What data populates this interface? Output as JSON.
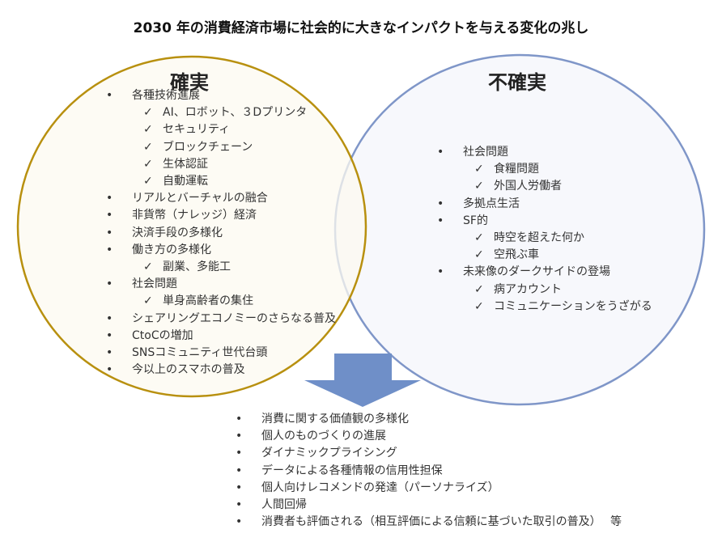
{
  "title": "2030 年の消費経済市場に社会的に大きなインパクトを与える変化の兆し",
  "colors": {
    "certain_stroke": "#b8900f",
    "uncertain_stroke": "#7f96c8",
    "arrow": "#6f8fc8"
  },
  "certain": {
    "heading": "確実",
    "items": [
      {
        "level": 1,
        "text": "各種技術進展"
      },
      {
        "level": 2,
        "text": "AI、ロボット、３Dプリンタ"
      },
      {
        "level": 2,
        "text": "セキュリティ"
      },
      {
        "level": 2,
        "text": "ブロックチェーン"
      },
      {
        "level": 2,
        "text": "生体認証"
      },
      {
        "level": 2,
        "text": "自動運転"
      },
      {
        "level": 1,
        "text": "リアルとバーチャルの融合"
      },
      {
        "level": 1,
        "text": "非貨幣（ナレッジ）経済"
      },
      {
        "level": 1,
        "text": "決済手段の多様化"
      },
      {
        "level": 1,
        "text": "働き方の多様化"
      },
      {
        "level": 2,
        "text": "副業、多能工"
      },
      {
        "level": 1,
        "text": "社会問題"
      },
      {
        "level": 2,
        "text": "単身高齢者の集住"
      },
      {
        "level": 1,
        "text": "シェアリングエコノミーのさらなる普及"
      },
      {
        "level": 1,
        "text": "CtoCの増加"
      },
      {
        "level": 1,
        "text": "SNSコミュニティ世代台頭"
      },
      {
        "level": 1,
        "text": "今以上のスマホの普及"
      }
    ]
  },
  "uncertain": {
    "heading": "不確実",
    "items": [
      {
        "level": 1,
        "text": "社会問題"
      },
      {
        "level": 2,
        "text": "食糧問題"
      },
      {
        "level": 2,
        "text": "外国人労働者"
      },
      {
        "level": 1,
        "text": "多拠点生活"
      },
      {
        "level": 1,
        "text": "SF的"
      },
      {
        "level": 2,
        "text": "時空を超えた何か"
      },
      {
        "level": 2,
        "text": "空飛ぶ車"
      },
      {
        "level": 1,
        "text": "未来像のダークサイドの登場"
      },
      {
        "level": 2,
        "text": "病アカウント"
      },
      {
        "level": 2,
        "text": "コミュニケーションをうざがる"
      }
    ]
  },
  "results": {
    "items": [
      {
        "level": 1,
        "text": "消費に関する価値観の多様化"
      },
      {
        "level": 1,
        "text": "個人のものづくりの進展"
      },
      {
        "level": 1,
        "text": "ダイナミックプライシング"
      },
      {
        "level": 1,
        "text": "データによる各種情報の信用性担保"
      },
      {
        "level": 1,
        "text": "個人向けレコメンドの発達（パーソナライズ）"
      },
      {
        "level": 1,
        "text": "人間回帰"
      },
      {
        "level": 1,
        "text": "消費者も評価される（相互評価による信頼に基づいた取引の普及）　 等"
      }
    ]
  }
}
